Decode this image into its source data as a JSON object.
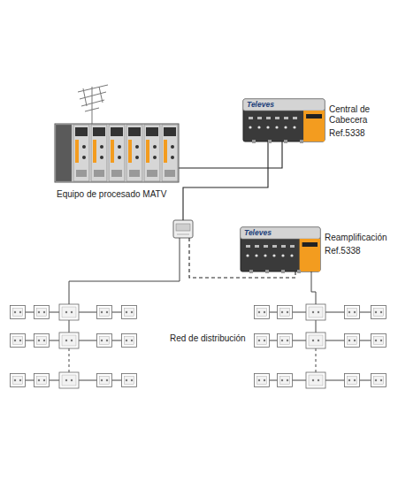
{
  "diagram": {
    "nodes": [
      {
        "text": [
          "Equipo de procesado MATV"
        ]
      },
      {
        "text": [
          "Televes",
          "Central de Cabecera",
          "Ref.5338"
        ]
      },
      {
        "text": [
          "Televes",
          "Reamplificación",
          "Ref.5338"
        ]
      }
    ],
    "edges": [
      {
        "from": 0,
        "to": 1,
        "arrow": "none"
      },
      {
        "from": 1,
        "to": 2,
        "arrow": "none"
      }
    ],
    "labels": [
      "Red de distribución"
    ]
  }
}
